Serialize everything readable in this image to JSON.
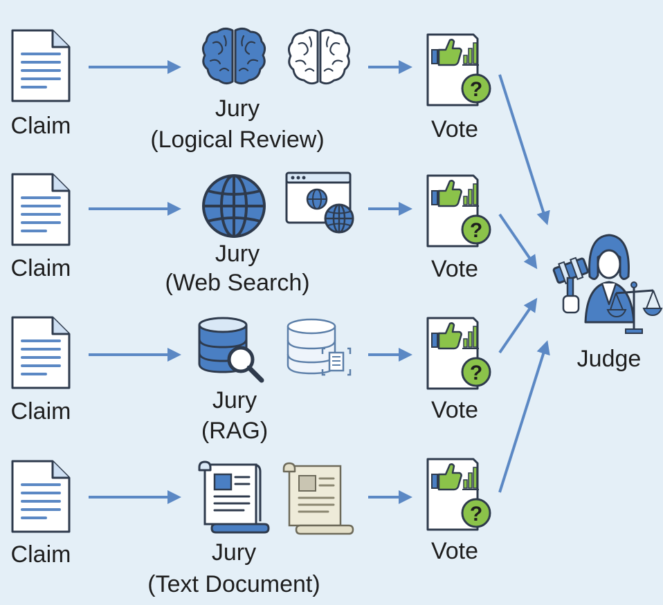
{
  "colors": {
    "background": "#e4eff7",
    "arrow": "#5b88c4",
    "icon_stroke": "#2e3a4c",
    "doc_fill": "#ffffff",
    "blue_fill": "#4a7fc3",
    "light_blue_fill": "#d9e8f6",
    "green": "#8bc34a",
    "scroll_fill": "#eeebd9"
  },
  "rows": [
    {
      "claim_label": "Claim",
      "jury_title": "Jury",
      "jury_subtitle": "(Logical Review)",
      "primary_icon": "brain-icon",
      "secondary_icon": "brain-outline-icon",
      "vote_label": "Vote"
    },
    {
      "claim_label": "Claim",
      "jury_title": "Jury",
      "jury_subtitle": "(Web Search)",
      "primary_icon": "globe-icon",
      "secondary_icon": "browser-globe-icon",
      "vote_label": "Vote"
    },
    {
      "claim_label": "Claim",
      "jury_title": "Jury",
      "jury_subtitle": "(RAG)",
      "primary_icon": "database-search-icon",
      "secondary_icon": "database-document-icon",
      "vote_label": "Vote"
    },
    {
      "claim_label": "Claim",
      "jury_title": "Jury",
      "jury_subtitle": "(Text Document)",
      "primary_icon": "scroll-document-icon",
      "secondary_icon": "scroll-document-beige-icon",
      "vote_label": "Vote"
    }
  ],
  "judge": {
    "label": "Judge",
    "icon": "judge-gavel-scales-icon"
  },
  "vote_icon_parts": [
    "thumbs-up-icon",
    "bar-chart-icon",
    "question-mark-icon"
  ]
}
